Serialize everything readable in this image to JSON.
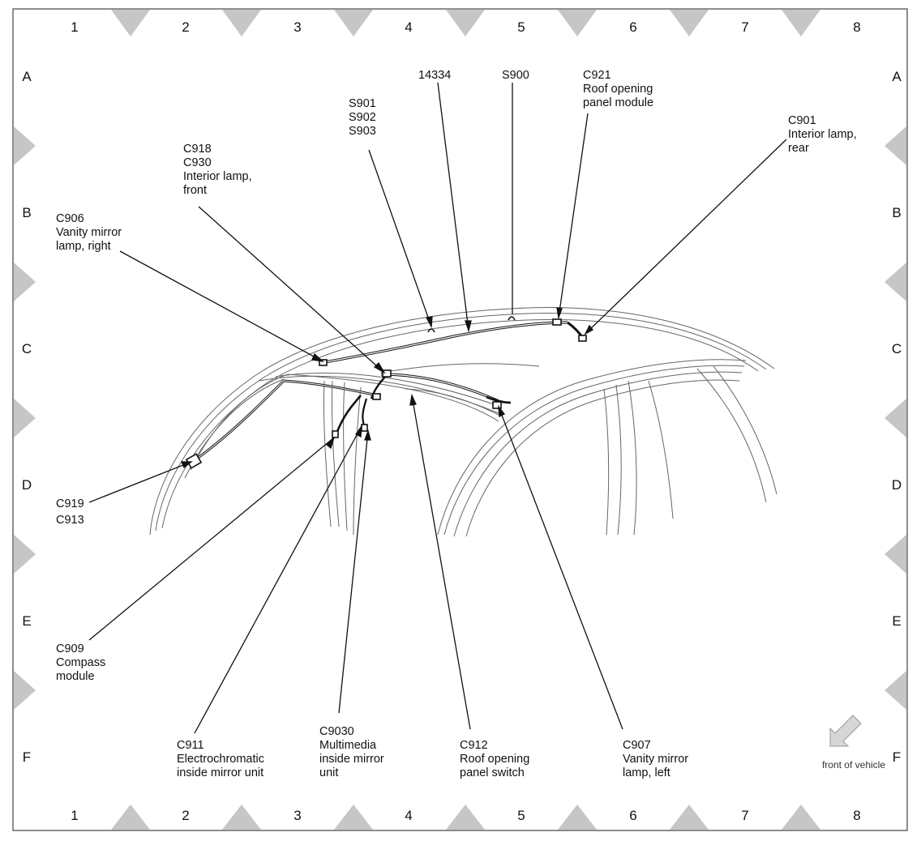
{
  "columns": [
    "1",
    "2",
    "3",
    "4",
    "5",
    "6",
    "7",
    "8"
  ],
  "rows": [
    "A",
    "B",
    "C",
    "D",
    "E",
    "F"
  ],
  "callouts": [
    {
      "id": "c906",
      "lines": [
        "C906",
        "Vanity mirror",
        "lamp, right"
      ]
    },
    {
      "id": "c918",
      "lines": [
        "C918",
        "C930",
        "Interior lamp,",
        "front"
      ]
    },
    {
      "id": "s901",
      "lines": [
        "S901",
        "S902",
        "S903"
      ]
    },
    {
      "id": "n14334",
      "lines": [
        "14334"
      ]
    },
    {
      "id": "s900",
      "lines": [
        "S900"
      ]
    },
    {
      "id": "c921",
      "lines": [
        "C921",
        "Roof opening",
        "panel module"
      ]
    },
    {
      "id": "c901",
      "lines": [
        "C901",
        "Interior lamp,",
        "rear"
      ]
    },
    {
      "id": "c919",
      "lines": [
        "C919",
        "C913"
      ]
    },
    {
      "id": "c909",
      "lines": [
        "C909",
        "Compass",
        "module"
      ]
    },
    {
      "id": "c911",
      "lines": [
        "C911",
        "Electrochromatic",
        "inside mirror unit"
      ]
    },
    {
      "id": "c9030",
      "lines": [
        "C9030",
        "Multimedia",
        "inside mirror",
        "unit"
      ]
    },
    {
      "id": "c912",
      "lines": [
        "C912",
        "Roof opening",
        "panel switch"
      ]
    },
    {
      "id": "c907",
      "lines": [
        "C907",
        "Vanity mirror",
        "lamp, left"
      ]
    }
  ],
  "front_label": "front of vehicle",
  "colors": {
    "ink": "#111111",
    "marker": "#c6c6c6",
    "arrow": "#d0d0d0"
  }
}
